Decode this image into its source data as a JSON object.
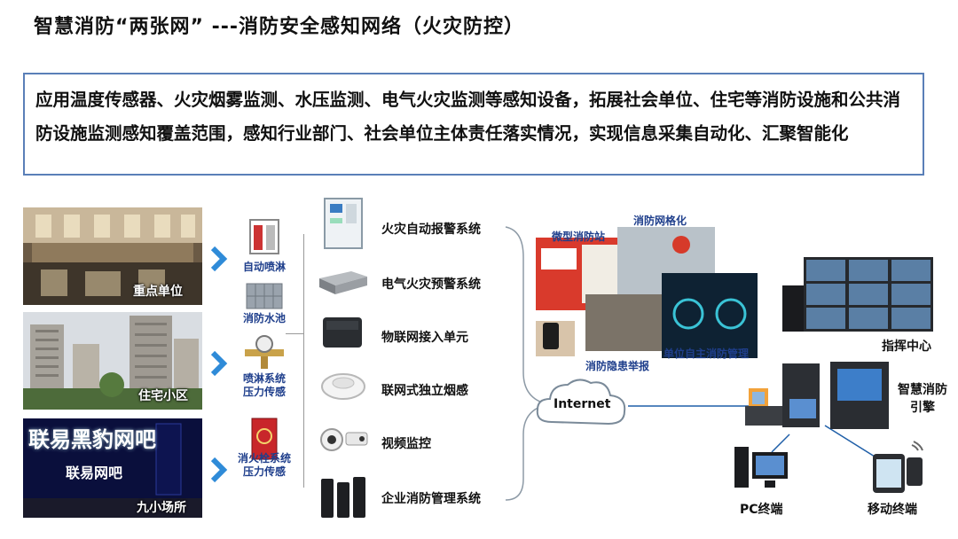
{
  "title": "智慧消防“两张网” ---消防安全感知网络（火灾防控）",
  "description": "应用温度传感器、火灾烟雾监测、水压监测、电气火灾监测等感知设备，拓展社会单位、住宅等消防设施和公共消防设施监测感知覆盖范围，感知行业部门、社会单位主体责任落实情况，实现信息采集自动化、汇聚智能化",
  "scenes": [
    {
      "label": "重点单位"
    },
    {
      "label": "住宅小区"
    },
    {
      "label": "九小场所",
      "sign_top": "联易黑豹网吧",
      "sign_bottom": "联易网吧"
    }
  ],
  "sensors": [
    {
      "label": "自动喷淋"
    },
    {
      "label": "消防水池"
    },
    {
      "label": "喷淋系统\n压力传感"
    },
    {
      "label": "消火栓系统\n压力传感"
    }
  ],
  "systems": [
    {
      "label": "火灾自动报警系统"
    },
    {
      "label": "电气火灾预警系统"
    },
    {
      "label": "物联网接入单元"
    },
    {
      "label": "联网式独立烟感"
    },
    {
      "label": "视频监控"
    },
    {
      "label": "企业消防管理系统"
    }
  ],
  "network": {
    "internet": "Internet",
    "micro_station": "微型消防站",
    "grid": "消防网格化",
    "hazard_report": "消防隐患举报",
    "self_management": "单位自主消防管理",
    "command_center": "指挥中心",
    "engine": "智慧消防\n引擎",
    "pc_terminal": "PC终端",
    "mobile_terminal": "移动终端"
  }
}
